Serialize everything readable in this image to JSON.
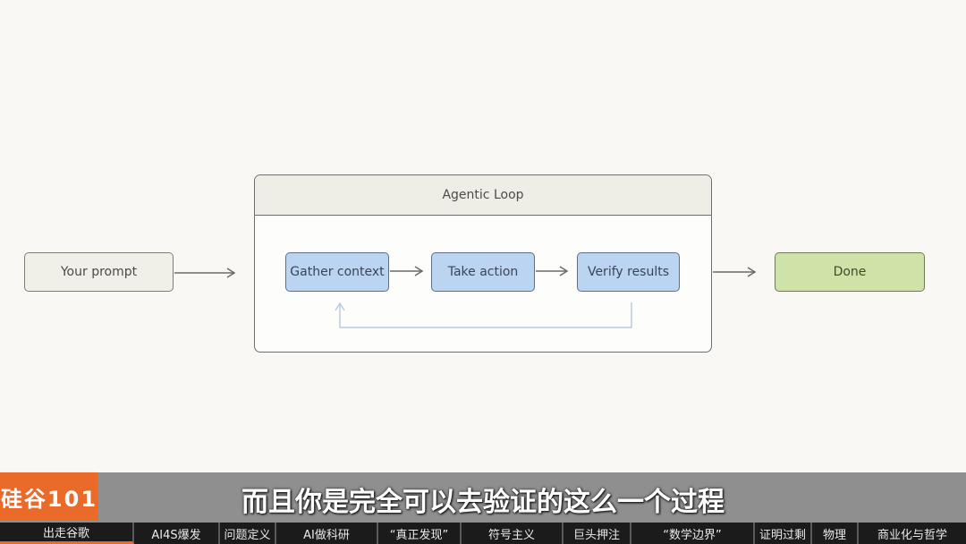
{
  "diagram": {
    "loop_title": "Agentic Loop",
    "input": "Your prompt",
    "steps": [
      "Gather context",
      "Take action",
      "Verify results"
    ],
    "output": "Done"
  },
  "video": {
    "channel_logo": "硅谷101",
    "subtitle": "而且你是完全可以去验证的这么一个过程",
    "chapters": [
      "出走谷歌",
      "AI4S爆发",
      "问题定义",
      "AI做科研",
      "“真正发现”",
      "符号主义",
      "巨头押注",
      "“数学边界”",
      "证明过剩",
      "物理",
      "商业化与哲学"
    ]
  },
  "colors": {
    "step_fill": "#bad4f2",
    "done_fill": "#cfe3a8",
    "logo_orange": "#ea6a2a"
  }
}
